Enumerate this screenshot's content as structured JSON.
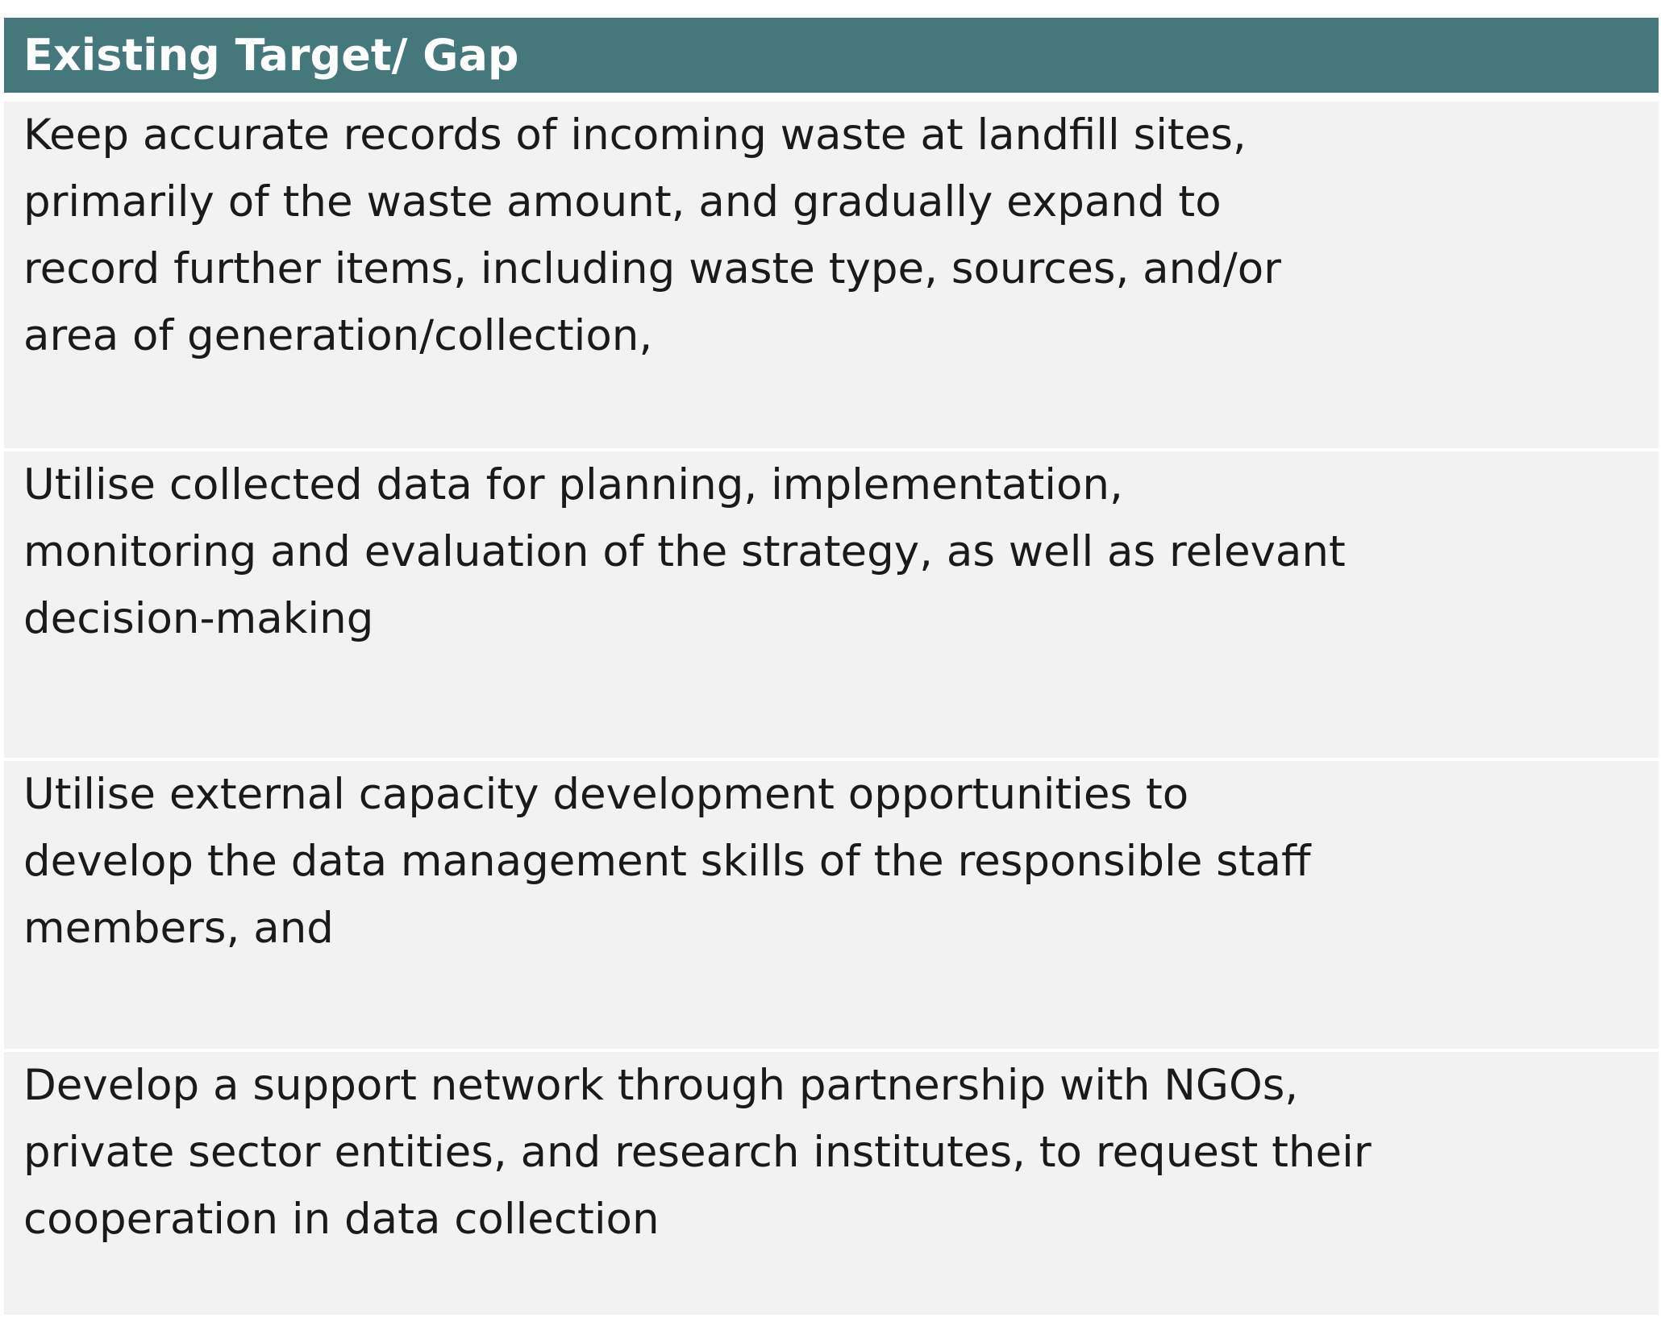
{
  "table": {
    "header": "Existing Target/ Gap",
    "rows": [
      {
        "lines": [
          "Keep accurate records of incoming waste at landfill sites,",
          "primarily of the waste amount, and gradually expand to",
          "record further items, including waste type, sources, and/or",
          "area of generation/collection,"
        ]
      },
      {
        "lines": [
          "Utilise collected data for planning, implementation,",
          "monitoring and evaluation of the strategy, as well as relevant",
          "decision-making"
        ]
      },
      {
        "lines": [
          "Utilise external capacity development opportunities to",
          "develop the data management skills of the responsible staff",
          "members, and"
        ]
      },
      {
        "lines": [
          "Develop a support network through partnership with NGOs,",
          "private sector entities, and research institutes, to request their",
          "cooperation in data collection"
        ]
      }
    ]
  },
  "colors": {
    "header_background": "#44787a",
    "row_background": "#f2f2f2",
    "text": "#1a1a1a"
  }
}
